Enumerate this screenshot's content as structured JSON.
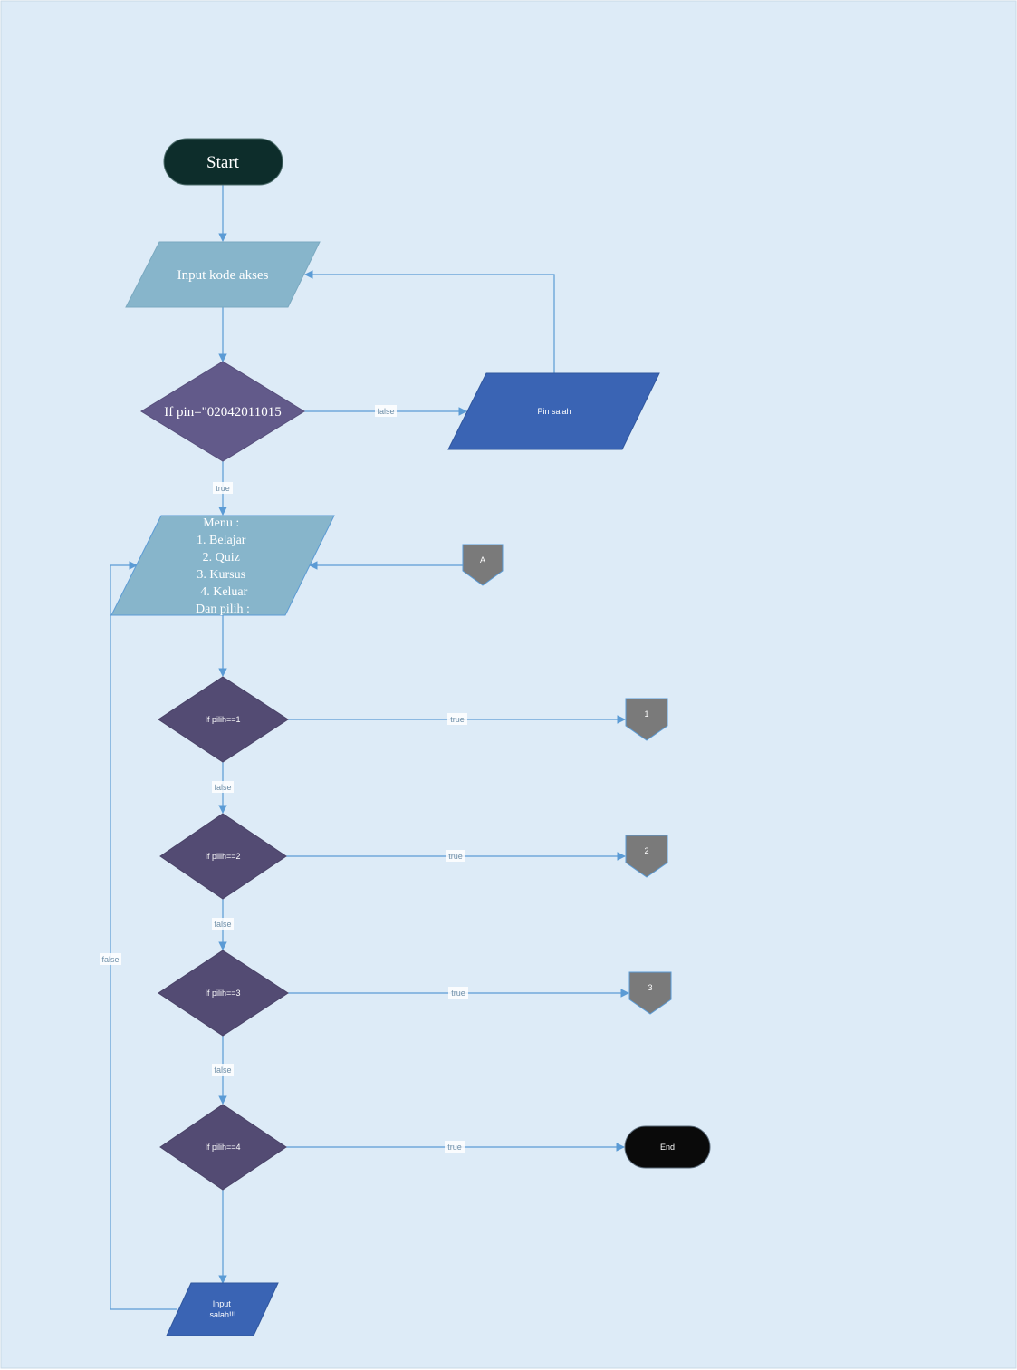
{
  "diagram": {
    "nodes": {
      "start": "Start",
      "input_kode": "Input kode akses",
      "if_pin": "If pin=\"02042011015",
      "pin_salah": "Pin salah",
      "menu": [
        "Menu :",
        "1. Belajar",
        "2. Quiz",
        "3. Kursus",
        "4. Keluar",
        "Dan pilih :"
      ],
      "connector_a": "A",
      "if_pilih1": "If pilih==1",
      "if_pilih2": "If pilih==2",
      "if_pilih3": "If pilih==3",
      "if_pilih4": "If pilih==4",
      "connector_1": "1",
      "connector_2": "2",
      "connector_3": "3",
      "end": "End",
      "input_salah": [
        "Input",
        "salah!!!"
      ]
    },
    "edges": {
      "pin_false": "false",
      "pin_true": "true",
      "p1_true": "true",
      "p1_false": "false",
      "p2_true": "true",
      "p2_false": "false",
      "p3_true": "true",
      "p3_false": "false",
      "p4_true": "true",
      "loop_false": "false"
    },
    "colors": {
      "background": "#ddebf7",
      "connector_line": "#5b9bd5",
      "start_fill": "#0d2d2b",
      "end_fill": "#0a0a0a",
      "light_parallelogram": "#87b5cb",
      "dark_parallelogram": "#3a64b4",
      "pin_diamond": "#625a8a",
      "pilih_diamond": "#534b73",
      "offpage_connector": "#7a7a7a"
    }
  }
}
